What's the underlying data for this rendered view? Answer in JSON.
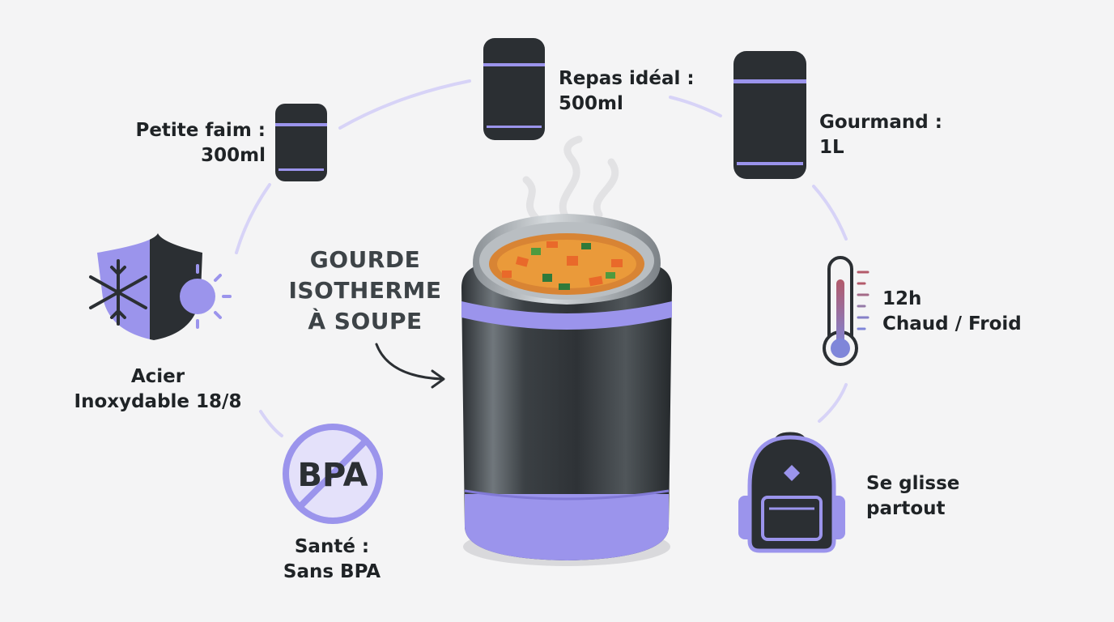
{
  "main_title": {
    "line1": "GOURDE",
    "line2": "ISOTHERME",
    "line3": "À SOUPE"
  },
  "sizes": [
    {
      "line1": "Petite faim :",
      "line2": "300ml"
    },
    {
      "line1": "Repas idéal :",
      "line2": "500ml"
    },
    {
      "line1": "Gourmand :",
      "line2": "1L"
    }
  ],
  "features": {
    "steel": {
      "line1": "Acier",
      "line2": "Inoxydable 18/8"
    },
    "bpa": {
      "badge": "BPA",
      "line1": "Santé :",
      "line2": "Sans BPA"
    },
    "temperature": {
      "line1": "12h",
      "line2": "Chaud / Froid"
    },
    "portable": {
      "line1": "Se glisse",
      "line2": "partout"
    }
  },
  "colors": {
    "accent": "#9b94ec",
    "accent_light": "#d7d3f7",
    "dark": "#2b2f33",
    "soup": "#e98a2a",
    "background": "#f4f4f5"
  }
}
